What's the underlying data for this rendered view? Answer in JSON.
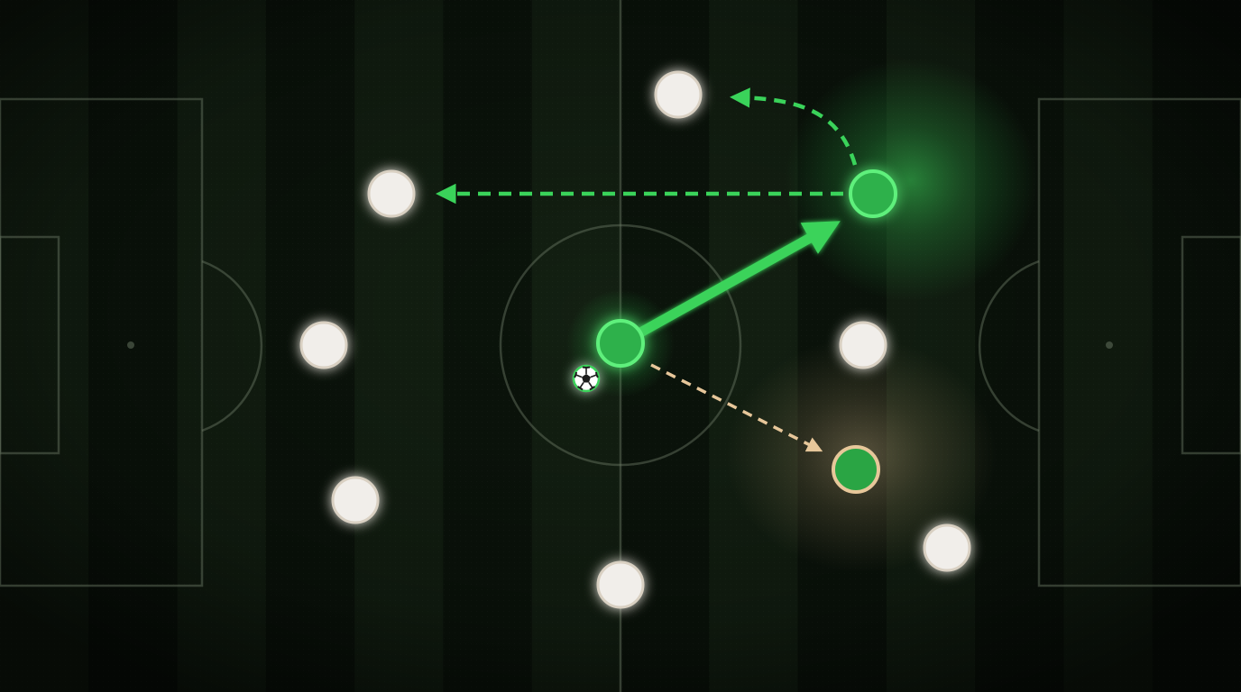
{
  "scene": {
    "type": "football tactics board",
    "colors": {
      "pitch_dark": "#0b140b",
      "pitch_light": "#1a2a18",
      "line": "#6c7a66",
      "highlight": "#3ad35a",
      "highlight_fill": "#2fb14b",
      "option": "#e7c79a",
      "player": "#f1eeea"
    },
    "ball_icon": "soccer-ball-icon"
  },
  "players": [
    {
      "name": "player-white-1",
      "team": "neutral",
      "role": "pass target"
    },
    {
      "name": "player-white-2",
      "team": "neutral",
      "role": "pass target"
    },
    {
      "name": "player-white-3",
      "team": "neutral"
    },
    {
      "name": "player-white-4",
      "team": "neutral"
    },
    {
      "name": "player-white-5",
      "team": "neutral"
    },
    {
      "name": "player-white-6",
      "team": "neutral"
    },
    {
      "name": "player-white-7",
      "team": "neutral"
    },
    {
      "name": "player-ball-carrier",
      "team": "green",
      "highlight": "active"
    },
    {
      "name": "player-runner",
      "team": "green",
      "highlight": "active"
    },
    {
      "name": "player-option",
      "team": "green",
      "highlight": "alternative"
    }
  ],
  "passes": [
    {
      "name": "main-pass-arrow",
      "style": "solid",
      "color": "green"
    },
    {
      "name": "switch-pass-arrow",
      "style": "dashed",
      "color": "green"
    },
    {
      "name": "curved-pass-arrow",
      "style": "dashed",
      "color": "green"
    },
    {
      "name": "option-pass-arrow",
      "style": "dashed",
      "color": "tan"
    }
  ]
}
